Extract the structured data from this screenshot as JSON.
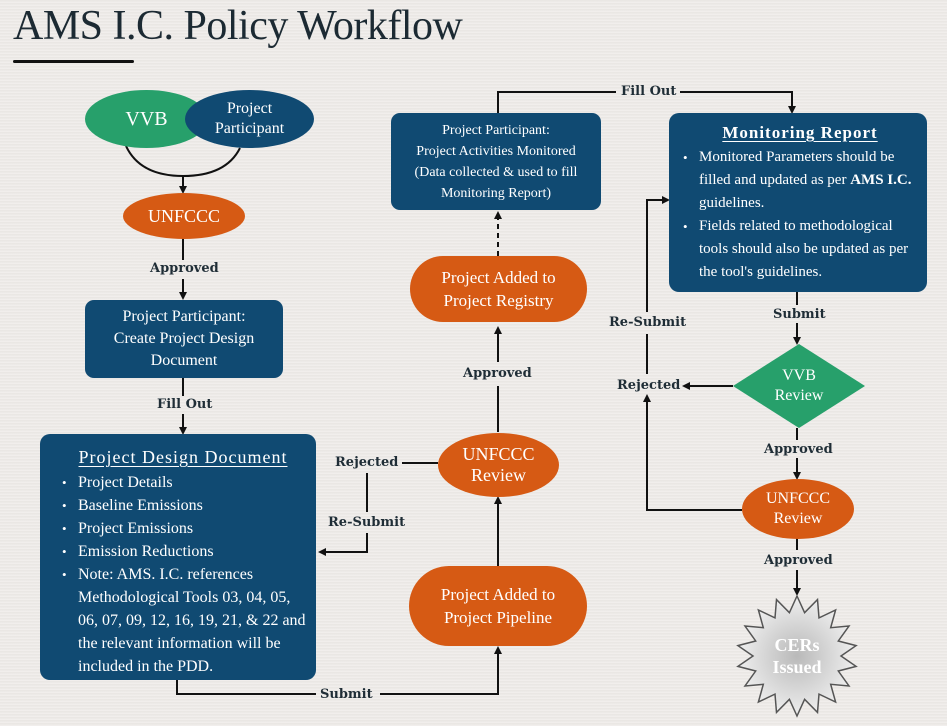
{
  "title": "AMS I.C. Policy Workflow",
  "colors": {
    "green": "#27a06b",
    "blue": "#104a72",
    "orange": "#d65a14",
    "text": "#1f2d36",
    "background": "#ece9e6"
  },
  "nodes": {
    "vvb": "VVB",
    "project_participant": [
      "Project",
      "Participant"
    ],
    "unfccc": "UNFCCC",
    "create_pdd": [
      "Project Participant:",
      "Create Project Design",
      "Document"
    ],
    "pdd": {
      "heading": "Project Design Document",
      "items": [
        "Project Details",
        "Baseline Emissions",
        "Project Emissions",
        "Emission Reductions",
        "Note: AMS. I.C. references Methodological Tools 03, 04, 05, 06, 07, 09, 12, 16, 19, 21, & 22 and the relevant information will be included in the PDD."
      ]
    },
    "pipeline": [
      "Project Added to",
      "Project Pipeline"
    ],
    "unfccc_review_1": [
      "UNFCCC",
      "Review"
    ],
    "registry": [
      "Project Added to",
      "Project Registry"
    ],
    "activities_monitored": [
      "Project Participant:",
      "Project Activities Monitored",
      "(Data collected & used to fill",
      "Monitoring Report)"
    ],
    "monitoring_report": {
      "heading": "Monitoring Report",
      "items": [
        {
          "pre": "Monitored Parameters should be filled and updated as per ",
          "bold": "AMS I.C.",
          "post": " guidelines."
        },
        {
          "pre": "Fields related to methodological tools should also be updated as per the tool's guidelines.",
          "bold": "",
          "post": ""
        }
      ]
    },
    "vvb_review": [
      "VVB",
      "Review"
    ],
    "unfccc_review_2": [
      "UNFCCC",
      "Review"
    ],
    "cers": [
      "CERs",
      "Issued"
    ]
  },
  "edge_labels": {
    "approved_1": "Approved",
    "fill_out_1": "Fill Out",
    "submit_1": "Submit",
    "rejected_1": "Rejected",
    "resubmit_1": "Re-Submit",
    "approved_2": "Approved",
    "fill_out_2": "Fill Out",
    "submit_2": "Submit",
    "rejected_2": "Rejected",
    "resubmit_2": "Re-Submit",
    "approved_3": "Approved",
    "approved_4": "Approved"
  }
}
